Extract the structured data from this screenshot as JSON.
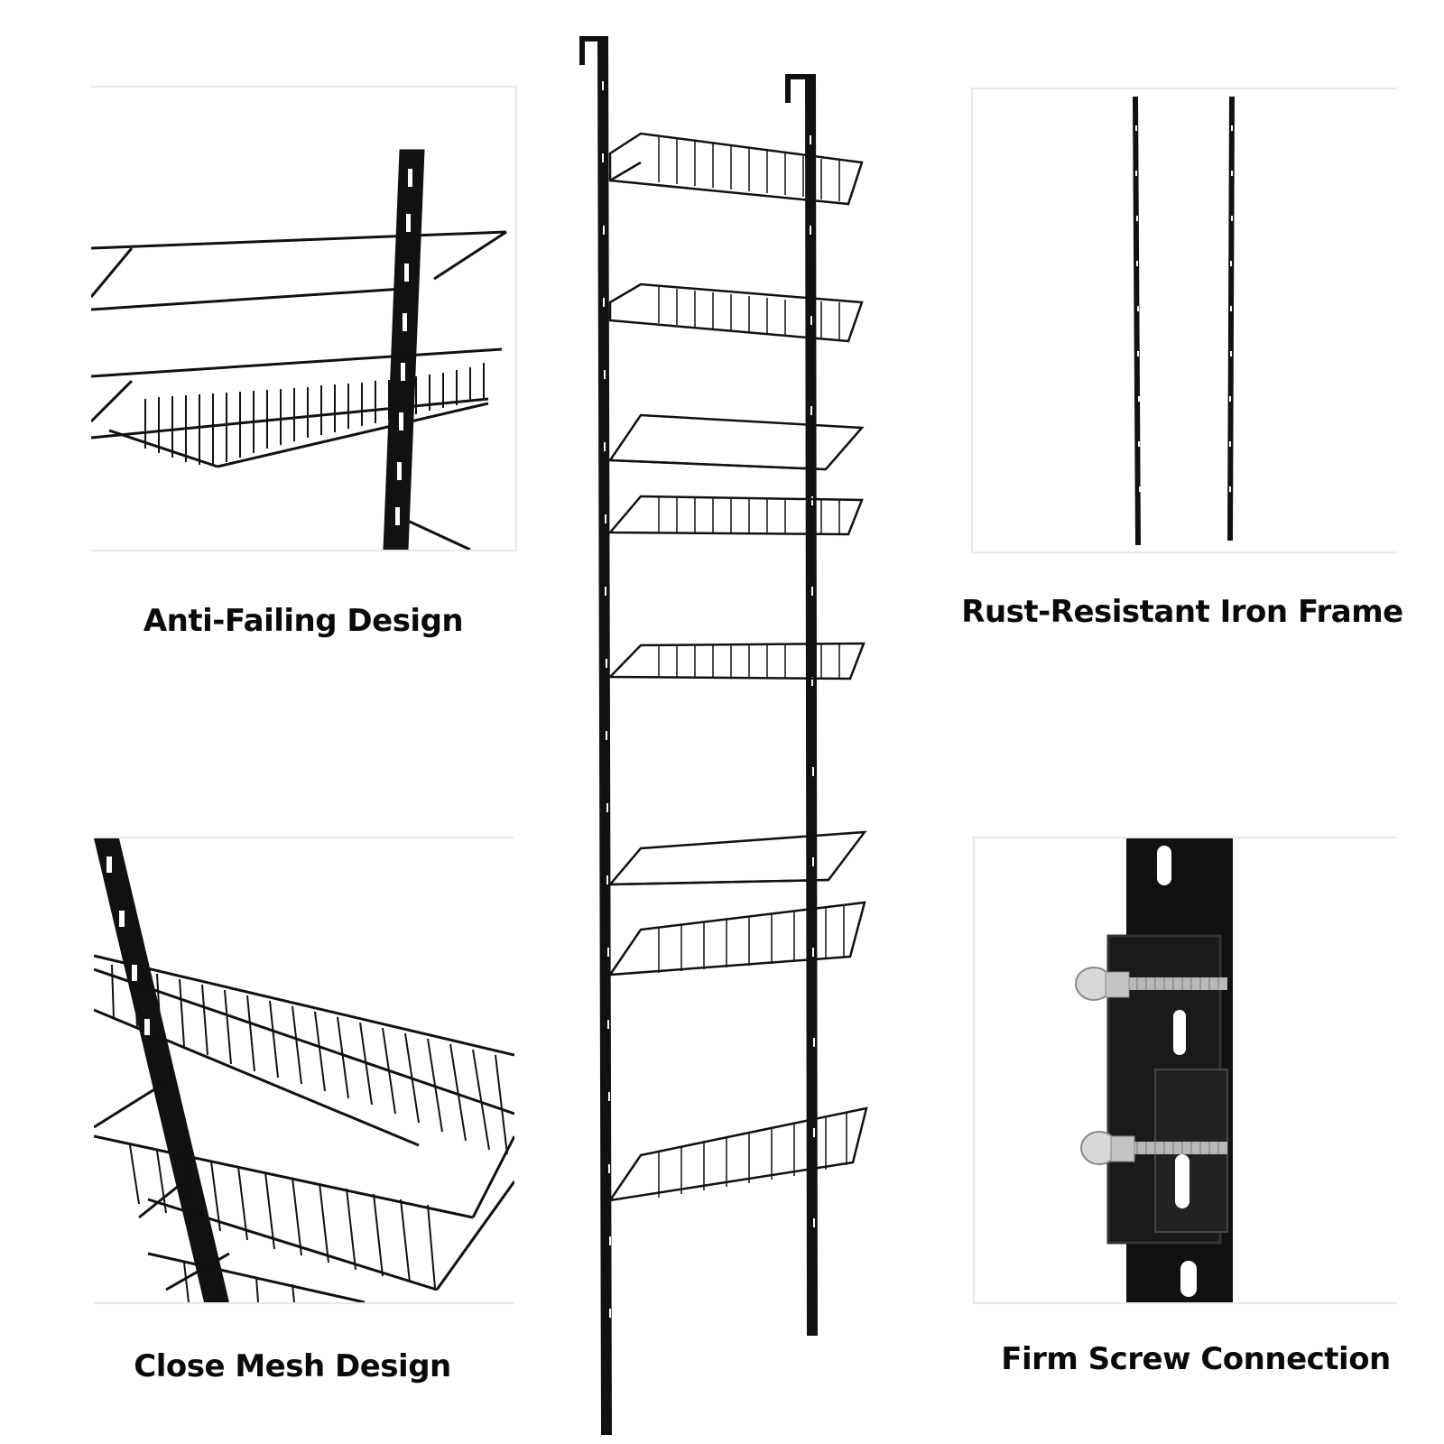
{
  "captions": {
    "top_left": "Anti-Failing Design",
    "top_right": "Rust-Resistant Iron Frame",
    "bottom_left": "Close Mesh Design",
    "bottom_right": "Firm Screw Connection"
  },
  "colors": {
    "background": "#ffffff",
    "metal": "#111111",
    "caption_text": "#0a0a0a",
    "panel_border": "#e8e8e8"
  }
}
